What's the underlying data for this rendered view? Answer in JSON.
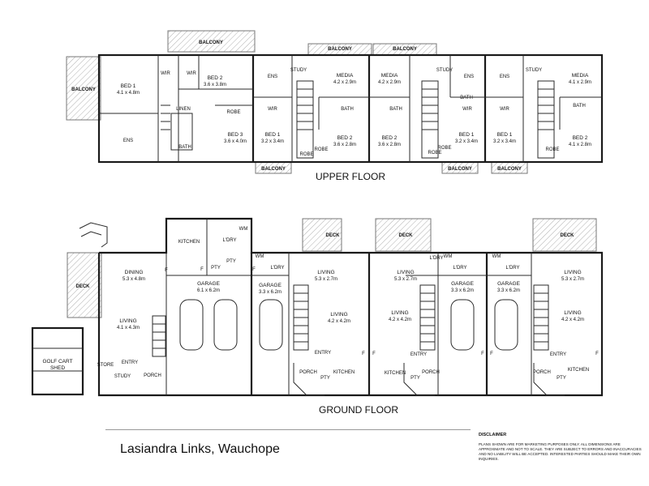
{
  "upper_floor": {
    "title": "UPPER FLOOR",
    "rooms": [
      {
        "name": "BED 1",
        "size": "4.1 x 4.8m"
      },
      {
        "name": "BED 2",
        "size": "3.6 x 3.8m"
      },
      {
        "name": "BED 3",
        "size": "3.6 x 4.0m"
      },
      {
        "name": "BED 1",
        "size": "3.2 x 3.4m"
      },
      {
        "name": "MEDIA",
        "size": "4.2 x 2.9m"
      },
      {
        "name": "BED 2",
        "size": "3.6 x 2.8m"
      },
      {
        "name": "MEDIA",
        "size": "4.2 x 2.9m"
      },
      {
        "name": "BED 2",
        "size": "3.6 x 2.8m"
      },
      {
        "name": "BED 1",
        "size": "3.2 x 3.4m"
      },
      {
        "name": "BED 1",
        "size": "3.2 x 3.4m"
      },
      {
        "name": "MEDIA",
        "size": "4.1 x 2.9m"
      },
      {
        "name": "BED 2",
        "size": "4.1 x 2.8m"
      }
    ],
    "labels": [
      "BALCONY",
      "BALCONY",
      "BALCONY",
      "BALCONY",
      "BALCONY",
      "BALCONY",
      "BALCONY",
      "WIR",
      "WIR",
      "WIR",
      "WIR",
      "WIR",
      "ENS",
      "ENS",
      "ENS",
      "ENS",
      "LINEN",
      "ROBE",
      "BATH",
      "BATH",
      "BATH",
      "BATH",
      "BATH",
      "STUDY",
      "STUDY",
      "STUDY",
      "ROBE",
      "ROBE",
      "ROBE",
      "ROBE",
      "ROBE"
    ]
  },
  "ground_floor": {
    "title": "GROUND FLOOR",
    "rooms": [
      {
        "name": "DINING",
        "size": "5.3 x 4.8m"
      },
      {
        "name": "LIVING",
        "size": "4.1 x 4.3m"
      },
      {
        "name": "GARAGE",
        "size": "6.1 x 6.2m"
      },
      {
        "name": "GARAGE",
        "size": "3.3 x 6.2m"
      },
      {
        "name": "LIVING",
        "size": "5.3 x 2.7m"
      },
      {
        "name": "LIVING",
        "size": "4.2 x 4.2m"
      },
      {
        "name": "LIVING",
        "size": "5.3 x 2.7m"
      },
      {
        "name": "LIVING",
        "size": "4.2 x 4.2m"
      },
      {
        "name": "GARAGE",
        "size": "3.3 x 6.2m"
      },
      {
        "name": "GARAGE",
        "size": "3.3 x 6.2m"
      },
      {
        "name": "LIVING",
        "size": "5.3 x 2.7m"
      },
      {
        "name": "LIVING",
        "size": "4.2 x 4.2m"
      }
    ],
    "labels": [
      "DECK",
      "DECK",
      "DECK",
      "DECK",
      "KITCHEN",
      "KITCHEN",
      "KITCHEN",
      "KITCHEN",
      "L'DRY",
      "L'DRY",
      "L'DRY",
      "L'DRY",
      "L'DRY",
      "PTY",
      "PTY",
      "PTY",
      "PTY",
      "PTY",
      "WM",
      "WM",
      "WM",
      "WM",
      "ENTRY",
      "ENTRY",
      "ENTRY",
      "ENTRY",
      "PORCH",
      "PORCH",
      "PORCH",
      "PORCH",
      "STUDY",
      "STORE",
      "F",
      "F",
      "F",
      "F",
      "F",
      "F",
      "F",
      "F"
    ],
    "shed": [
      "GOLF CART",
      "SHED"
    ]
  },
  "footer": {
    "title": "Lasiandra Links, Wauchope",
    "disclaimer_heading": "DISCLAIMER",
    "disclaimer_text": "Plans shown are for marketing purposes only. All dimensions are approximate and not to scale. They are subject to errors and inaccuracies and no liability will be accepted. Interested parties should make their own inquiries."
  }
}
